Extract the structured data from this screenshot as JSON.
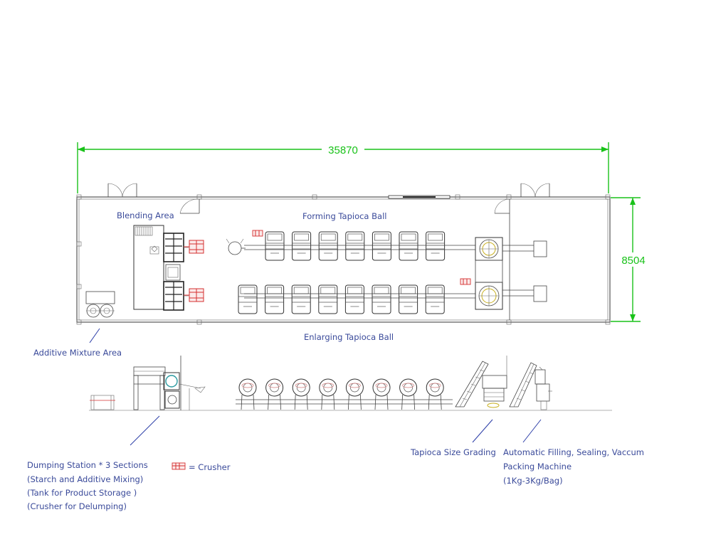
{
  "dimensions": {
    "length": "35870",
    "width": "8504"
  },
  "areas": {
    "blending": "Blending Area",
    "forming": "Forming Tapioca Ball",
    "enlarging": "Enlarging Tapioca Ball",
    "additive": "Additive Mixture Area"
  },
  "annotations": {
    "dumping_station": "Dumping Station * 3 Sections",
    "dumping_line2": "(Starch and Additive Mixing)",
    "dumping_line3": "(Tank for Product Storage )",
    "dumping_line4": "(Crusher for Delumping)",
    "size_grading": "Tapioca Size Grading",
    "packing_line1": "Automatic Filling, Sealing, Vaccum",
    "packing_line2": "Packing Machine",
    "packing_line3": "(1Kg-3Kg/Bag)"
  },
  "legend": {
    "crusher_eq": "=  Crusher"
  },
  "colors": {
    "dimension": "#19c219",
    "label": "#3a4a9a",
    "crusher": "#d43030",
    "line": "#333333"
  },
  "equipment": {
    "forming_pans_top_row": 7,
    "forming_pans_bottom_row": 8,
    "elevation_pans": 8
  }
}
